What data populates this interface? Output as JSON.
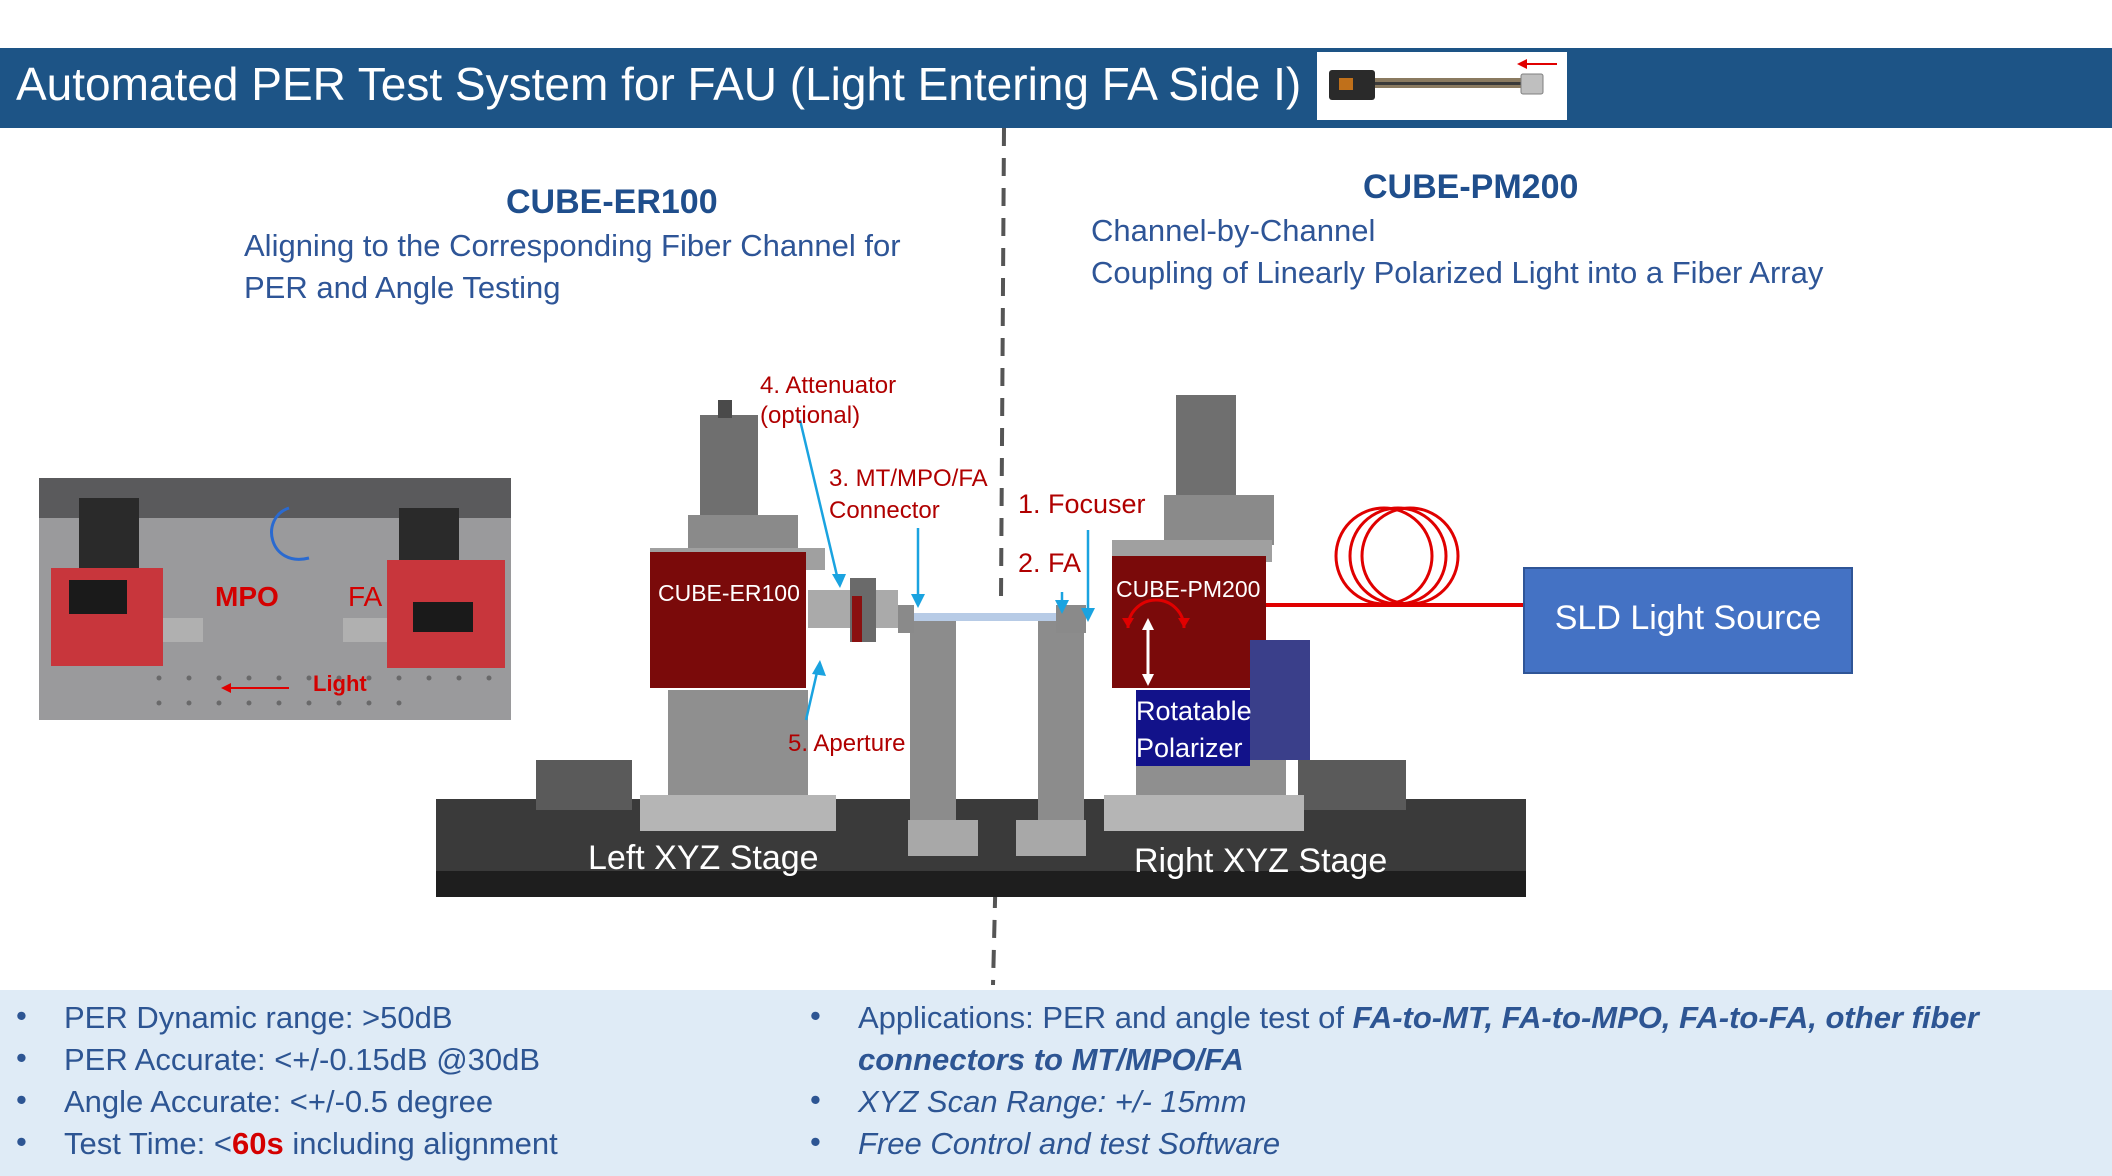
{
  "header": {
    "title": "Automated PER Test System for FAU (Light Entering FA Side I)"
  },
  "left_panel": {
    "heading": "CUBE-ER100",
    "line1": "Aligning to the Corresponding Fiber Channel for",
    "line2": "PER and Angle Testing"
  },
  "right_panel": {
    "heading": "CUBE-PM200",
    "line1": "Channel-by-Channel",
    "line2": "Coupling of Linearly Polarized Light into a Fiber Array"
  },
  "photo": {
    "mpo": "MPO",
    "fa": "FA",
    "light": "Light"
  },
  "diagram": {
    "attenuator1": "4. Attenuator",
    "attenuator2": "(optional)",
    "connector1": "3. MT/MPO/FA",
    "connector2": "Connector",
    "focuser": "1. Focuser",
    "fa": "2. FA",
    "aperture": "5. Aperture",
    "er100_label": "CUBE-ER100",
    "pm200_label": "CUBE-PM200",
    "polarizer1": "Rotatable",
    "polarizer2": "Polarizer",
    "left_stage": "Left XYZ Stage",
    "right_stage": "Right XYZ Stage",
    "light_source": "SLD Light Source"
  },
  "specs_left": [
    {
      "text": "PER Dynamic range: >50dB"
    },
    {
      "text": "PER Accurate: <+/-0.15dB @30dB"
    },
    {
      "text": "Angle Accurate: <+/-0.5 degree"
    },
    {
      "pre": "Test Time:  <",
      "hl": "60s",
      "post": " including alignment"
    }
  ],
  "specs_right": {
    "app_pre": "Applications: PER and angle test of ",
    "app_bold1": "FA-to-MT, FA-to-MPO, FA-to-FA, other fiber",
    "app_bold2": "connectors to MT/MPO/FA",
    "scan": "XYZ Scan Range: +/- 15mm",
    "software": "Free Control and test Software"
  },
  "bullet": "•",
  "colors": {
    "header_bg": "#1d5486",
    "heading": "#1f4e8c",
    "cube_red": "#7a0a0a",
    "light_source": "#4472c4",
    "polarizer": "#12128a",
    "fiber_red": "#e00000",
    "leader_cyan": "#1aa3e0"
  }
}
